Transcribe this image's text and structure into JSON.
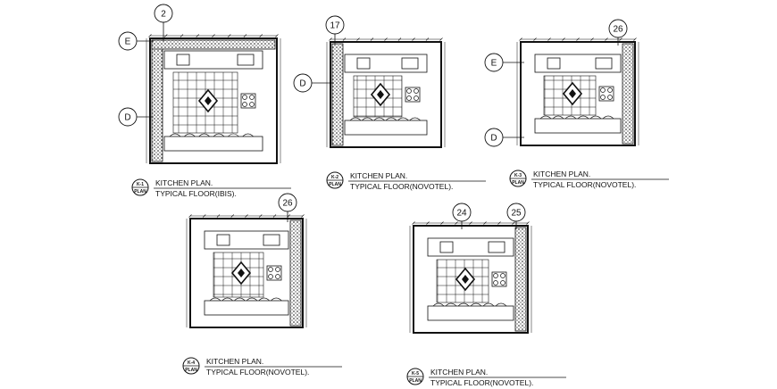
{
  "plans": [
    {
      "id": "k1",
      "grids": [
        {
          "label": "2",
          "kind": "col"
        },
        {
          "label": "E",
          "kind": "row"
        },
        {
          "label": "D",
          "kind": "row"
        }
      ],
      "badge": {
        "top": "K-1",
        "bottom": "PLAN"
      },
      "title": "KITCHEN PLAN.",
      "subtitle": "TYPICAL FLOOR(IBIS)."
    },
    {
      "id": "k2",
      "grids": [
        {
          "label": "17",
          "kind": "col"
        },
        {
          "label": "D",
          "kind": "row"
        }
      ],
      "badge": {
        "top": "K-2",
        "bottom": "PLAN"
      },
      "title": "KITCHEN PLAN.",
      "subtitle": "TYPICAL FLOOR(NOVOTEL)."
    },
    {
      "id": "k3",
      "grids": [
        {
          "label": "26",
          "kind": "col"
        },
        {
          "label": "E",
          "kind": "row"
        },
        {
          "label": "D",
          "kind": "row"
        }
      ],
      "badge": {
        "top": "K-3",
        "bottom": "PLAN"
      },
      "title": "KITCHEN PLAN.",
      "subtitle": "TYPICAL FLOOR(NOVOTEL)."
    },
    {
      "id": "k4",
      "grids": [
        {
          "label": "26",
          "kind": "col"
        }
      ],
      "badge": {
        "top": "K-4",
        "bottom": "PLAN"
      },
      "title": "KITCHEN PLAN.",
      "subtitle": "TYPICAL FLOOR(NOVOTEL)."
    },
    {
      "id": "k5",
      "grids": [
        {
          "label": "24",
          "kind": "col"
        },
        {
          "label": "25",
          "kind": "col"
        }
      ],
      "badge": {
        "top": "K-5",
        "bottom": "PLAN"
      },
      "title": "KITCHEN PLAN.",
      "subtitle": "TYPICAL FLOOR(NOVOTEL)."
    }
  ],
  "colors": {
    "ink": "#111111",
    "paper": "#ffffff"
  }
}
